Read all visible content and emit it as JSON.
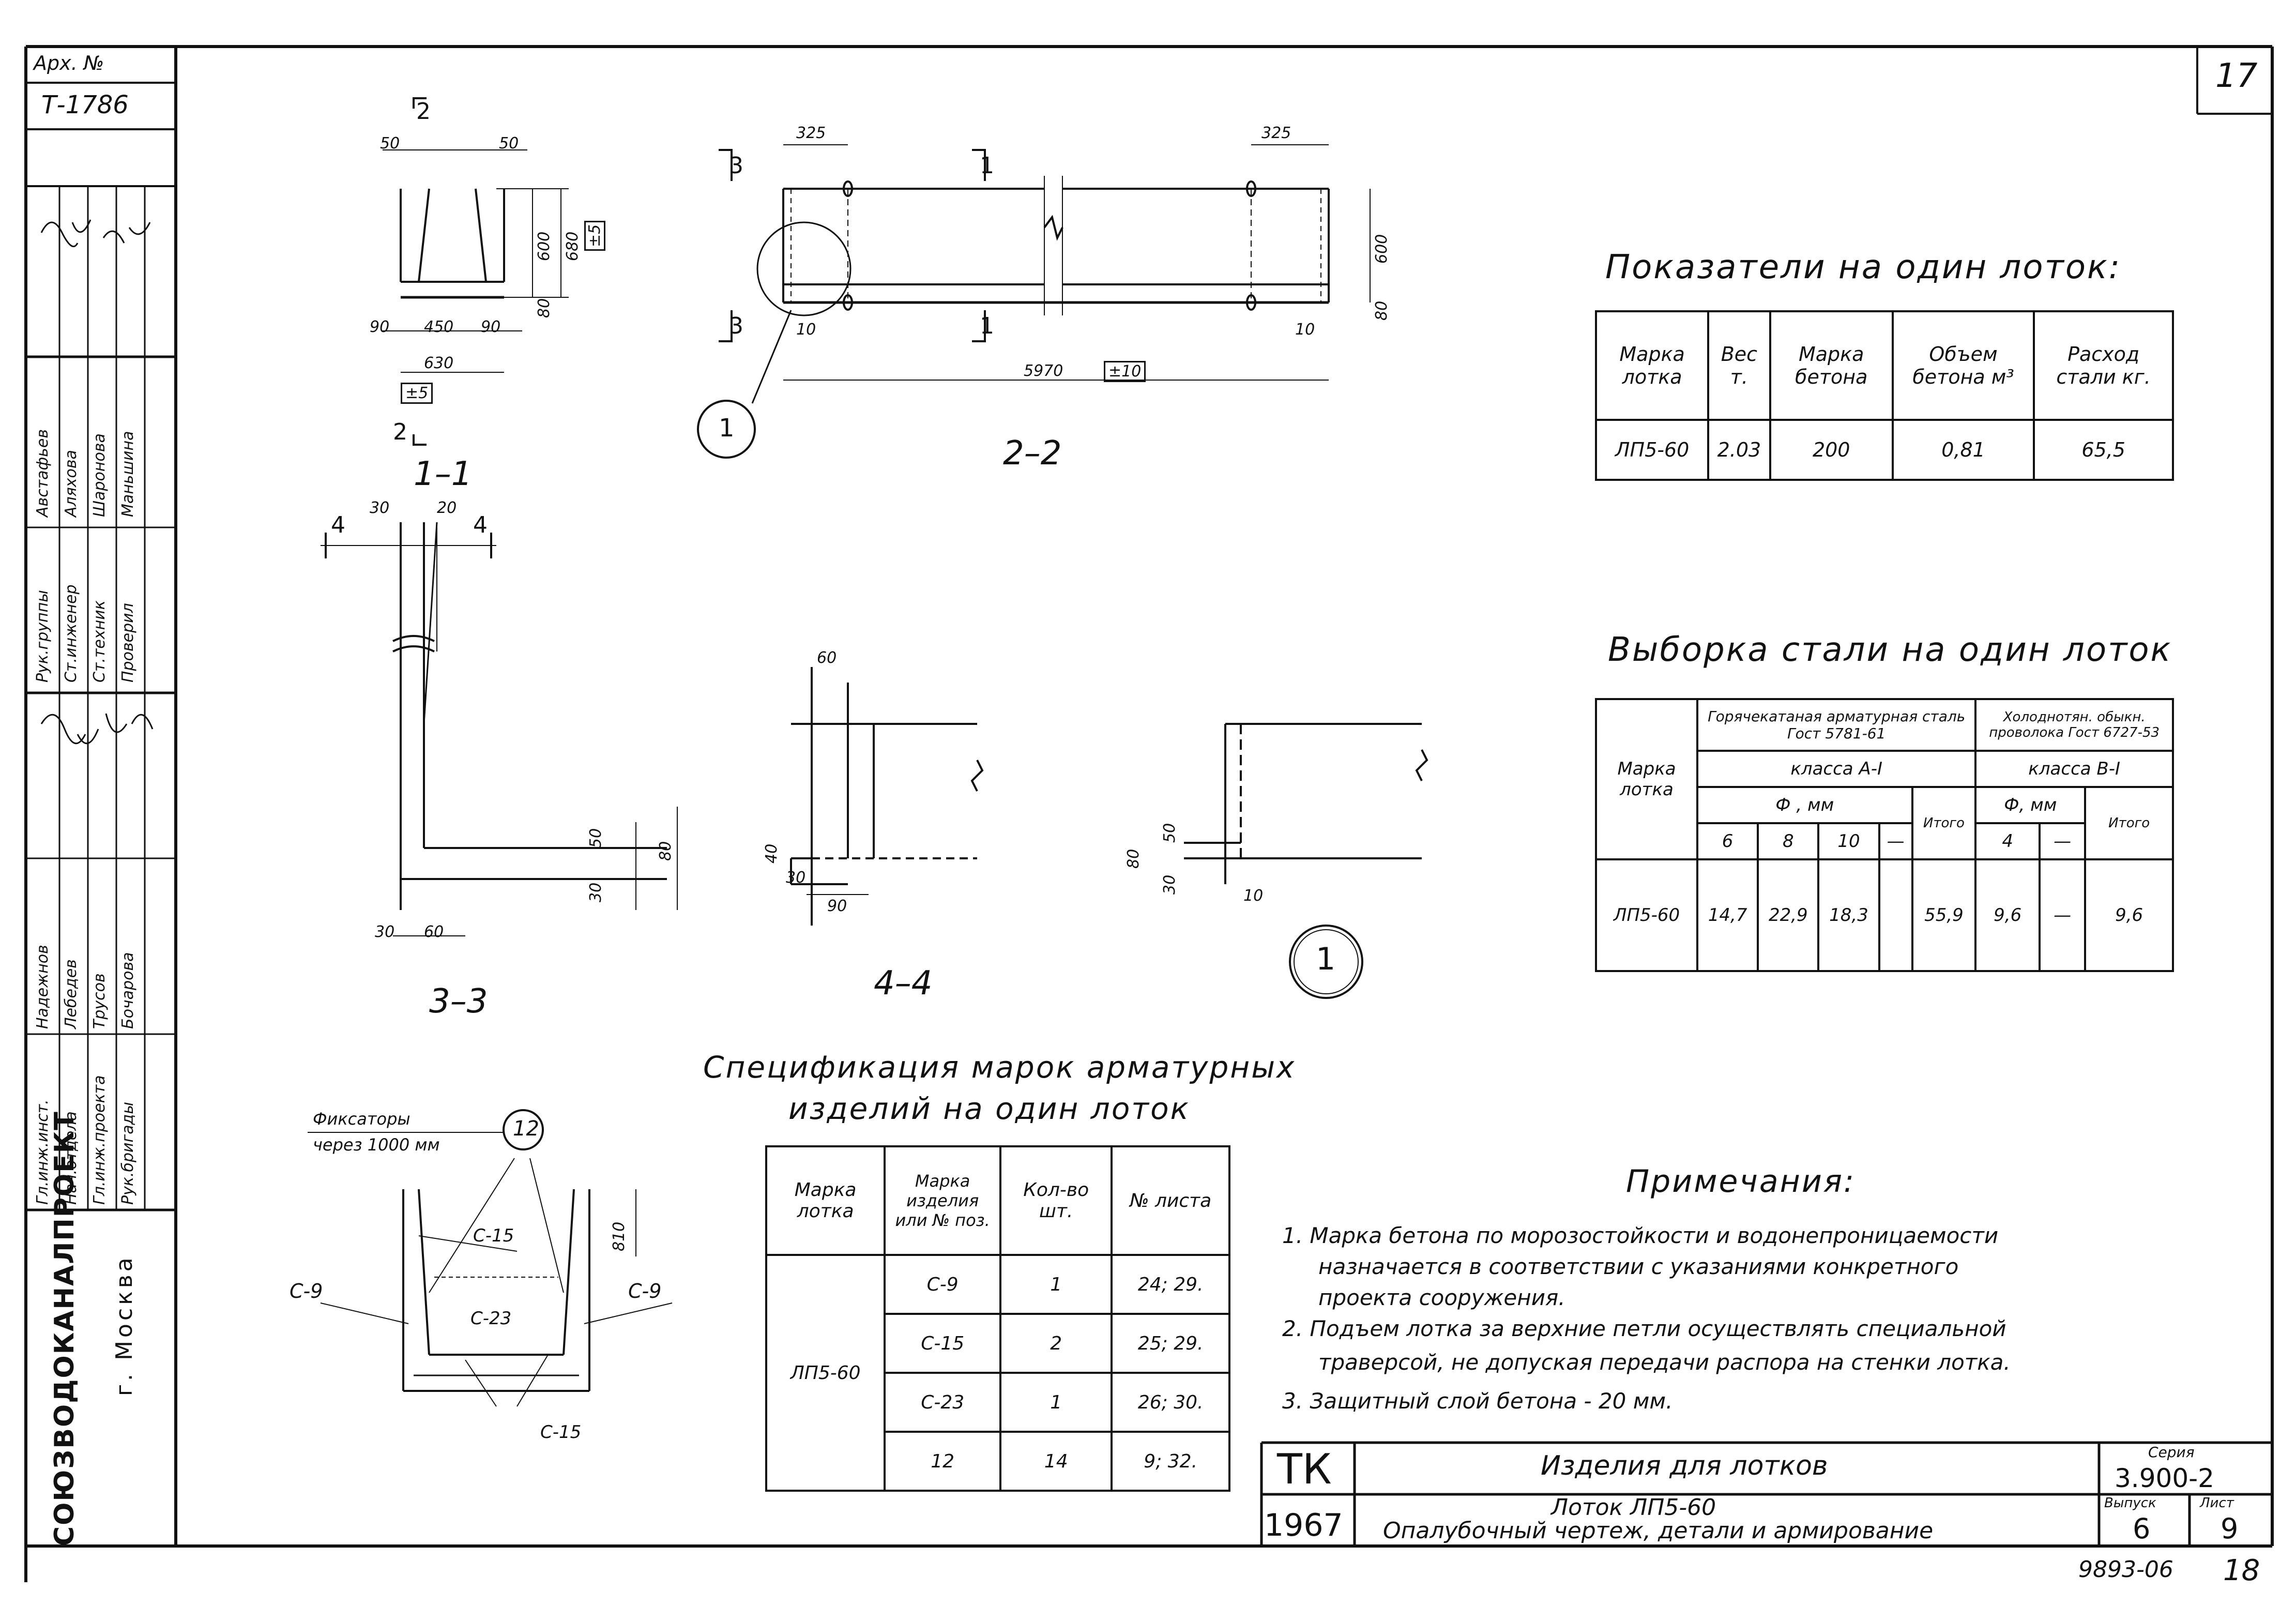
{
  "page": {
    "sheet_corner": "17",
    "bottom_code": "9893-06",
    "bottom_num": "18"
  },
  "stamp": {
    "arch_no_label": "Арх. №",
    "arch_no": "Т-1786",
    "org": "СОЮЗВОДОКАНАЛПРОЕКТ",
    "city": "г. Москва",
    "roles": [
      "Гл.инж.инст.",
      "Нач.отдела",
      "Гл.инж.проекта",
      "Рук.бригады",
      "Рук.группы",
      "Ст.инженер",
      "Ст.техник",
      "Проверил"
    ],
    "names": [
      "Надежнов",
      "Лебедев",
      "Трусов",
      "Бочарова",
      "Австафьев",
      "Аляхова",
      "Шаронова",
      "Маньшина"
    ]
  },
  "drawings": {
    "s11": {
      "label": "1–1",
      "cut_top": "2",
      "cut_bottom": "2",
      "dims": [
        "50",
        "50",
        "600",
        "680",
        "±5",
        "80",
        "90",
        "450",
        "90",
        "630",
        "±5"
      ]
    },
    "s22": {
      "label": "2–2",
      "cut_a": "3",
      "cut_b": "1",
      "cut_c": "3",
      "cut_d": "1",
      "dims": [
        "325",
        "325",
        "600",
        "80",
        "10",
        "10",
        "5970",
        "±10"
      ],
      "callout": "1"
    },
    "s33": {
      "label": "3–3",
      "cut": "4",
      "dims": [
        "30",
        "20",
        "50",
        "80",
        "30",
        "30",
        "60"
      ]
    },
    "s44": {
      "label": "4–4",
      "dims": [
        "60",
        "40",
        "30",
        "90"
      ]
    },
    "node1": {
      "label": "1",
      "dims": [
        "80",
        "50",
        "30",
        "10"
      ]
    },
    "rebar": {
      "fixators_label": "Фиксаторы",
      "fixators_spacing": "через 1000 мм",
      "callout": "12",
      "marks": [
        "С-9",
        "С-15",
        "С-23",
        "С-9",
        "С-15"
      ],
      "dim": "810"
    }
  },
  "indicators": {
    "title": "Показатели на один лоток:",
    "headers": [
      "Марка лотка",
      "Вес т.",
      "Марка бетона",
      "Объем бетона м³",
      "Расход стали кг."
    ],
    "row": [
      "ЛП5-60",
      "2.03",
      "200",
      "0,81",
      "65,5"
    ]
  },
  "steel": {
    "title": "Выборка стали на один лоток",
    "h_mark": "Марка лотка",
    "h_hot": "Горячекатаная арматурная сталь Гост 5781-61",
    "h_cold": "Холоднотян. обыкн. проволока Гост 6727-53",
    "h_class_a": "класса А-I",
    "h_class_b": "класса В-I",
    "h_phi_mm": "Ф , мм",
    "h_phi_mm2": "Ф, мм",
    "h_total": "Итого",
    "diam": [
      "6",
      "8",
      "10",
      "—",
      "4",
      "—"
    ],
    "row": [
      "ЛП5-60",
      "14,7",
      "22,9",
      "18,3",
      "",
      "55,9",
      "9,6",
      "—",
      "9,6"
    ]
  },
  "spec": {
    "title1": "Спецификация марок арматурных",
    "title2": "изделий на один лоток",
    "headers": [
      "Марка лотка",
      "Марка изделия или № поз.",
      "Кол-во шт.",
      "№ листа"
    ],
    "mark": "ЛП5-60",
    "rows": [
      [
        "С-9",
        "1",
        "24; 29."
      ],
      [
        "С-15",
        "2",
        "25; 29."
      ],
      [
        "С-23",
        "1",
        "26; 30."
      ],
      [
        "12",
        "14",
        "9; 32."
      ]
    ]
  },
  "notes": {
    "title": "Примечания:",
    "items": [
      "1. Марка бетона по морозостойкости и водонепроницаемости",
      "назначается в соответствии с указаниями конкретного",
      "проекта сооружения.",
      "2. Подъем лотка за верхние петли осуществлять специальной",
      "траверсой, не допуская передачи распора на стенки лотка.",
      "3. Защитный слой бетона - 20 мм."
    ]
  },
  "titleblock": {
    "tk": "ТК",
    "year": "1967",
    "title": "Изделия для лотков",
    "subtitle1": "Лоток ЛП5-60",
    "subtitle2": "Опалубочный чертеж, детали и армирование",
    "series_label": "Серия",
    "series": "3.900-2",
    "issue_label": "Выпуск",
    "issue": "6",
    "sheet_label": "Лист",
    "sheet": "9"
  }
}
